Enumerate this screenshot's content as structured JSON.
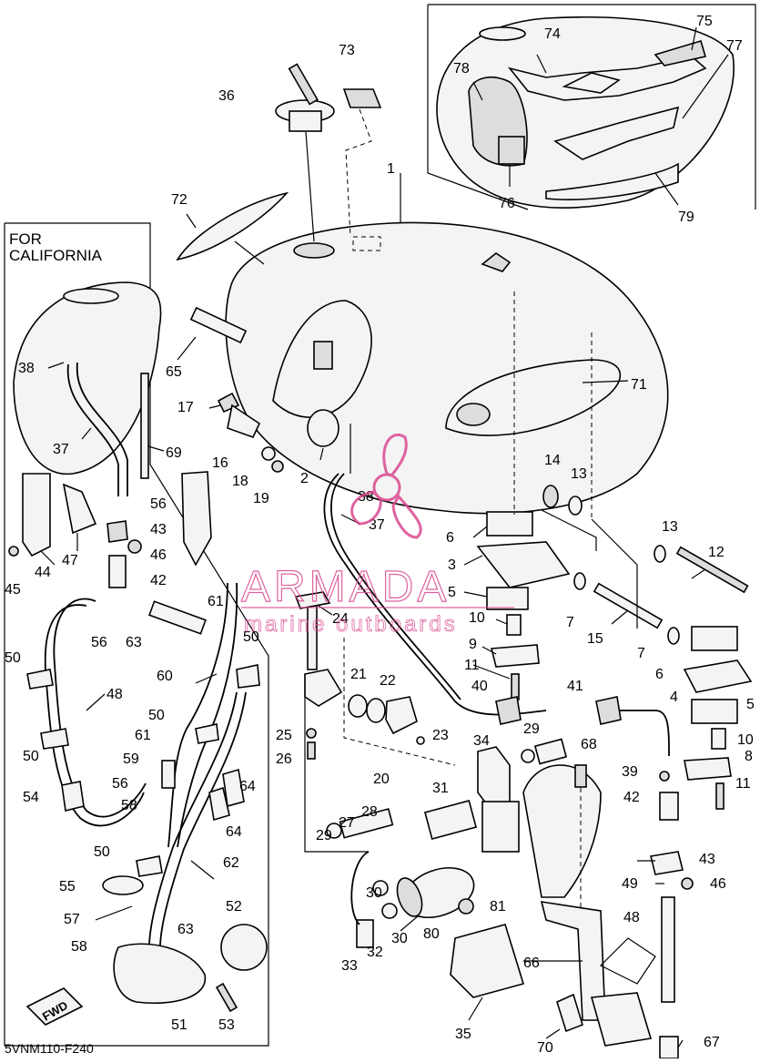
{
  "inset_label": {
    "line1": "FOR",
    "line2": "CALIFORNIA"
  },
  "fwd_label": "FWD",
  "diagram_code": "5VNM110-F240",
  "watermark": {
    "brand": "ARMADA",
    "tagline": "marine outboards",
    "color": "#d9488f"
  },
  "callouts": {
    "n1": "1",
    "n2": "2",
    "n3": "3",
    "n4": "4",
    "n5a": "5",
    "n5b": "5",
    "n6a": "6",
    "n6b": "6",
    "n7a": "7",
    "n7b": "7",
    "n8": "8",
    "n9": "9",
    "n10a": "10",
    "n10b": "10",
    "n11a": "11",
    "n11b": "11",
    "n12": "12",
    "n13a": "13",
    "n13b": "13",
    "n14": "14",
    "n15": "15",
    "n16": "16",
    "n17": "17",
    "n18": "18",
    "n19": "19",
    "n20": "20",
    "n21": "21",
    "n22": "22",
    "n23": "23",
    "n24": "24",
    "n25": "25",
    "n26": "26",
    "n27": "27",
    "n28": "28",
    "n29a": "29",
    "n29b": "29",
    "n30a": "30",
    "n30b": "30",
    "n31": "31",
    "n32": "32",
    "n33": "33",
    "n34": "34",
    "n35": "35",
    "n36": "36",
    "n37a": "37",
    "n37b": "37",
    "n38a": "38",
    "n38b": "38",
    "n39": "39",
    "n40": "40",
    "n41": "41",
    "n42a": "42",
    "n42b": "42",
    "n43a": "43",
    "n43b": "43",
    "n44": "44",
    "n45": "45",
    "n46a": "46",
    "n46b": "46",
    "n47": "47",
    "n48a": "48",
    "n48b": "48",
    "n49": "49",
    "n50a": "50",
    "n50b": "50",
    "n50c": "50",
    "n50d": "50",
    "n50e": "50",
    "n51": "51",
    "n52": "52",
    "n53": "53",
    "n54": "54",
    "n55": "55",
    "n56a": "56",
    "n56b": "56",
    "n56c": "56",
    "n57": "57",
    "n58a": "58",
    "n58b": "58",
    "n59": "59",
    "n60": "60",
    "n61a": "61",
    "n61b": "61",
    "n62": "62",
    "n63a": "63",
    "n63b": "63",
    "n64a": "64",
    "n64b": "64",
    "n65": "65",
    "n66": "66",
    "n67": "67",
    "n68": "68",
    "n69": "69",
    "n70": "70",
    "n71": "71",
    "n72": "72",
    "n73": "73",
    "n74": "74",
    "n75": "75",
    "n76": "76",
    "n77": "77",
    "n78": "78",
    "n79": "79",
    "n80": "80",
    "n81": "81"
  }
}
